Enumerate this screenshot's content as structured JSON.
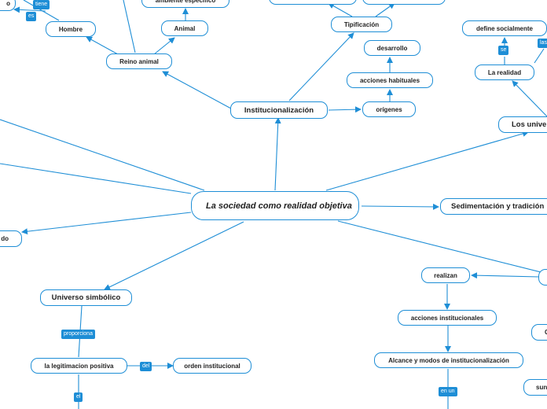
{
  "center": {
    "label": "La sociedad como realidad objetiva"
  },
  "nodes": {
    "institucionalizacion": "Institucionalización",
    "tipificacion": "Tipificación",
    "origenes": "orígenes",
    "acciones_habituales": "acciones habituales",
    "desarrollo": "desarrollo",
    "reino_animal": "Reino animal",
    "animal": "Animal",
    "hombre": "Hombre",
    "ambiente_especifico": "ambiente específico",
    "los_universos": "Los univer",
    "la_realidad": "La realidad",
    "define_socialmente": "define socialmente",
    "sedimentacion": "Sedimentación y tradición",
    "realizan": "realizan",
    "acciones_institucionales": "acciones institucionales",
    "alcance": "Alcance y modos de institucionalización",
    "universo_simbolico": "Universo simbólico",
    "legitimacion": "la legitimacion positiva",
    "orden_institucional": "orden institucional",
    "left_do": "do",
    "top_left_o": "o",
    "right_c": "C",
    "right_sun": "sun"
  },
  "linking_words": {
    "tiene": "tiene",
    "es": "es",
    "se": "se",
    "las": "las",
    "proporciona": "proporciona",
    "del": "del",
    "el": "el",
    "en_un": "en un"
  },
  "colors": {
    "accent": "#1e8ed6",
    "node_border": "#1e8ed6",
    "text": "#222222"
  }
}
